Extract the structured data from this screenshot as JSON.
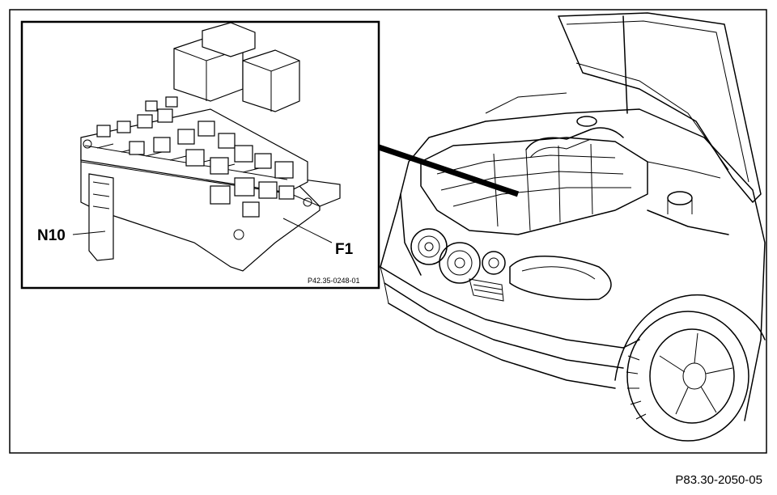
{
  "labels": {
    "component_module": "N10",
    "component_fuse": "F1",
    "inset_code": "P42.35-0248-01",
    "figure_code": "P83.30-2050-05"
  }
}
